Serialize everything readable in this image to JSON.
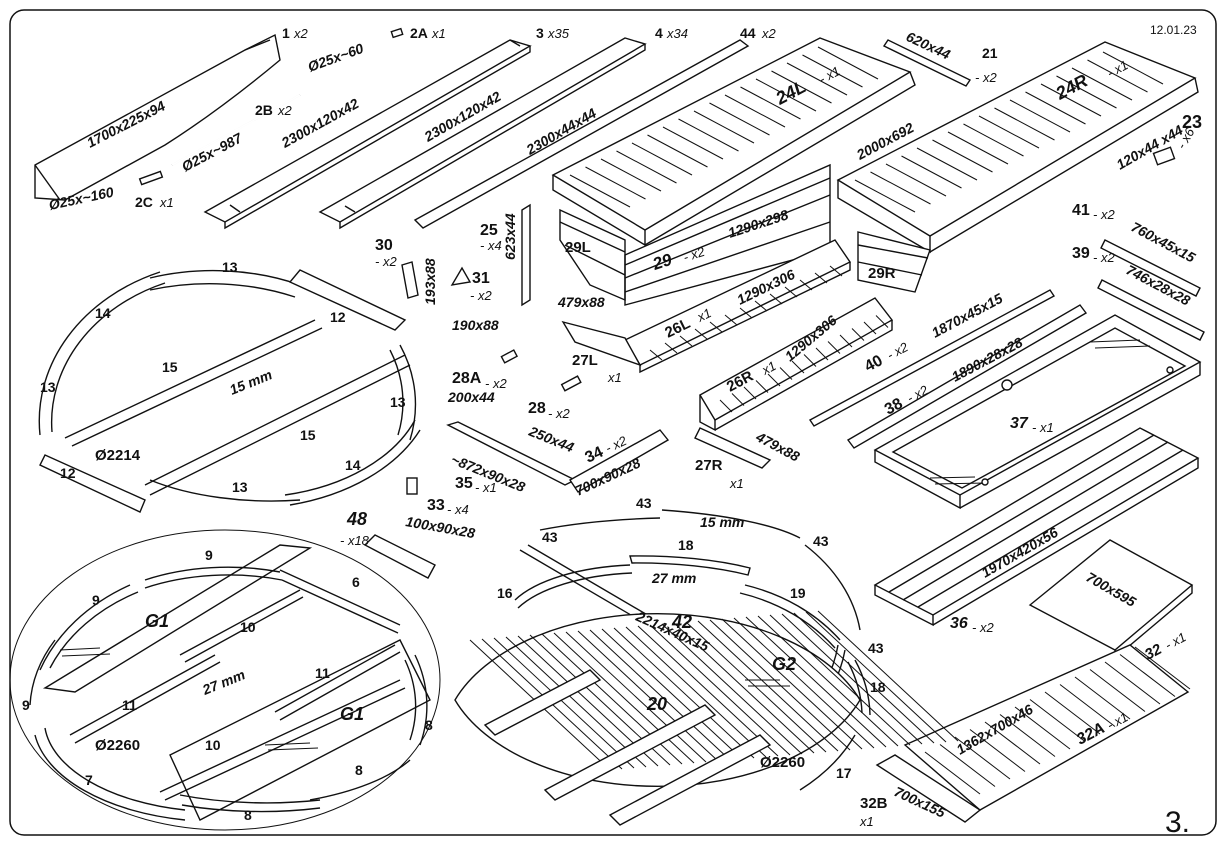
{
  "date": "12.01.23",
  "page_number": "3.",
  "parts": [
    {
      "id": "1",
      "label": "1",
      "qty": "x2",
      "dims": "1700x225x94"
    },
    {
      "id": "2A",
      "label": "2A",
      "qty": "x1",
      "dims": "Ø25x~60"
    },
    {
      "id": "2B",
      "label": "2B",
      "qty": "x2",
      "dims": "Ø25x~987"
    },
    {
      "id": "2C",
      "label": "2C",
      "qty": "x1",
      "dims": "Ø25x~160"
    },
    {
      "id": "3",
      "label": "3",
      "qty": "x35",
      "dims": "2300x120x42"
    },
    {
      "id": "4",
      "label": "4",
      "qty": "x34",
      "dims": "2300x120x42"
    },
    {
      "id": "44",
      "label": "44",
      "qty": "x2",
      "dims": "2300x44x44"
    },
    {
      "id": "21",
      "label": "21",
      "qty": "- x2",
      "dims": "620x44"
    },
    {
      "id": "24L",
      "label": "24L",
      "qty": "- x1",
      "dims": ""
    },
    {
      "id": "24R",
      "label": "24R",
      "qty": "- x1",
      "dims": "2000x692"
    },
    {
      "id": "23",
      "label": "23",
      "qty": "- x6",
      "dims": "120x44 x44"
    },
    {
      "id": "25",
      "label": "25",
      "qty": "- x4",
      "dims": "623x44"
    },
    {
      "id": "30",
      "label": "30",
      "qty": "- x2",
      "dims": "193x88"
    },
    {
      "id": "31",
      "label": "31",
      "qty": "- x2",
      "dims": "190x88"
    },
    {
      "id": "29",
      "label": "29",
      "qty": "- x2",
      "dims": "1290x298"
    },
    {
      "id": "29L",
      "label": "29L",
      "qty": "",
      "dims": ""
    },
    {
      "id": "29R",
      "label": "29R",
      "qty": "",
      "dims": ""
    },
    {
      "id": "26L",
      "label": "26L",
      "qty": "x1",
      "dims": "1290x306"
    },
    {
      "id": "26R",
      "label": "26R",
      "qty": "x1",
      "dims": "1290x306"
    },
    {
      "id": "27L",
      "label": "27L",
      "qty": "x1",
      "dims": "479x88"
    },
    {
      "id": "27R",
      "label": "27R",
      "qty": "x1",
      "dims": "479x88"
    },
    {
      "id": "28A",
      "label": "28A",
      "qty": "- x2",
      "dims": "200x44"
    },
    {
      "id": "28",
      "label": "28",
      "qty": "- x2",
      "dims": "250x44"
    },
    {
      "id": "35",
      "label": "35",
      "qty": "- x1",
      "dims": "~872x90x28"
    },
    {
      "id": "34",
      "label": "34",
      "qty": "- x2",
      "dims": "700x90x28"
    },
    {
      "id": "33",
      "label": "33",
      "qty": "- x4",
      "dims": "100x90x28"
    },
    {
      "id": "41",
      "label": "41",
      "qty": "- x2",
      "dims": "760x45x15"
    },
    {
      "id": "39",
      "label": "39",
      "qty": "- x2",
      "dims": "746x28x28"
    },
    {
      "id": "40",
      "label": "40",
      "qty": "- x2",
      "dims": "1870x45x15"
    },
    {
      "id": "38",
      "label": "38",
      "qty": "- x2",
      "dims": "1890x28x28"
    },
    {
      "id": "37",
      "label": "37",
      "qty": "- x1",
      "dims": ""
    },
    {
      "id": "36",
      "label": "36",
      "qty": "- x2",
      "dims": "1970x420x56"
    },
    {
      "id": "32",
      "label": "32",
      "qty": "- x1",
      "dims": "700x595"
    },
    {
      "id": "32A",
      "label": "32A",
      "qty": "- x1",
      "dims": "1362x700x46"
    },
    {
      "id": "32B",
      "label": "32B",
      "qty": "x1",
      "dims": "700x155"
    },
    {
      "id": "48",
      "label": "48",
      "qty": "- x18",
      "dims": ""
    },
    {
      "id": "42",
      "label": "42",
      "qty": "",
      "dims": "2214x40x15"
    }
  ],
  "ring_top": {
    "thickness": "15 mm",
    "diameter": "Ø2214",
    "segments": [
      "13",
      "14",
      "12",
      "15",
      "13",
      "13",
      "15",
      "12",
      "14",
      "13"
    ]
  },
  "ring_left": {
    "thickness": "27 mm",
    "diameter": "Ø2260",
    "segments": [
      "9",
      "9",
      "6",
      "10",
      "11",
      "G1",
      "G1",
      "9",
      "11",
      "10",
      "8",
      "8",
      "7",
      "8"
    ]
  },
  "ring_right": {
    "thickness_top": "15 mm",
    "thickness_inner": "27 mm",
    "diameter": "Ø2260",
    "segments": [
      "43",
      "43",
      "43",
      "43",
      "18",
      "16",
      "19",
      "G2",
      "20",
      "18",
      "17"
    ]
  }
}
